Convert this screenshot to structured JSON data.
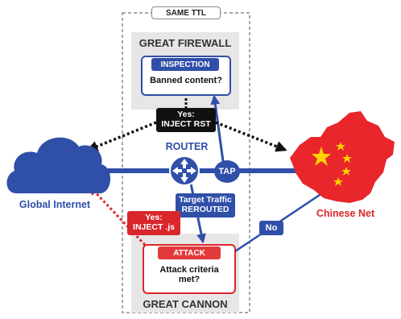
{
  "labels": {
    "same_ttl": "SAME TTL",
    "great_firewall": "GREAT FIREWALL",
    "inspection": "INSPECTION",
    "inspection_question": "Banned content?",
    "yes_inject_rst": "Yes:\nINJECT RST",
    "router": "ROUTER",
    "tap": "TAP",
    "target_traffic_rerouted": "Target Traffic\nREROUTED",
    "global_internet": "Global Internet",
    "chinese_net": "Chinese Net",
    "no": "No",
    "yes_inject_js": "Yes:\nINJECT .js",
    "attack": "ATTACK",
    "attack_question": "Attack criteria\nmet?",
    "great_cannon": "GREAT CANNON"
  },
  "colors": {
    "blue": "#2f4fa8",
    "red": "#d9262a",
    "black": "#111111",
    "panel_gray": "#e6e6e6",
    "dashed_border": "#8a8a8a",
    "china_red": "#e8262b",
    "china_star": "#ffd200"
  },
  "icons": {
    "cloud": "cloud-icon",
    "router": "router-icon",
    "china_map": "china-map-icon"
  }
}
